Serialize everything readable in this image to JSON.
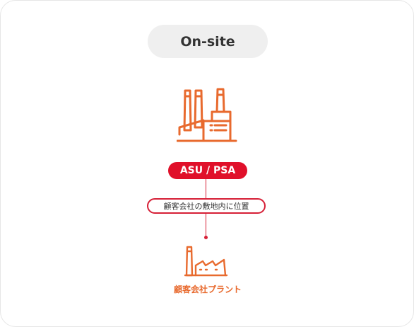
{
  "header": {
    "title": "On-site"
  },
  "process": {
    "badge": "ASU / PSA",
    "location_note": "顧客会社の敷地内に位置",
    "plant_label": "顧客会社プラント"
  },
  "colors": {
    "accent_red": "#e0102a",
    "outline_red": "#d61f36",
    "icon_orange": "#e86a2e",
    "pill_bg": "#efefef"
  },
  "icons": {
    "asu_plant": "factory-with-chimneys-icon",
    "customer_plant": "small-factory-icon"
  }
}
